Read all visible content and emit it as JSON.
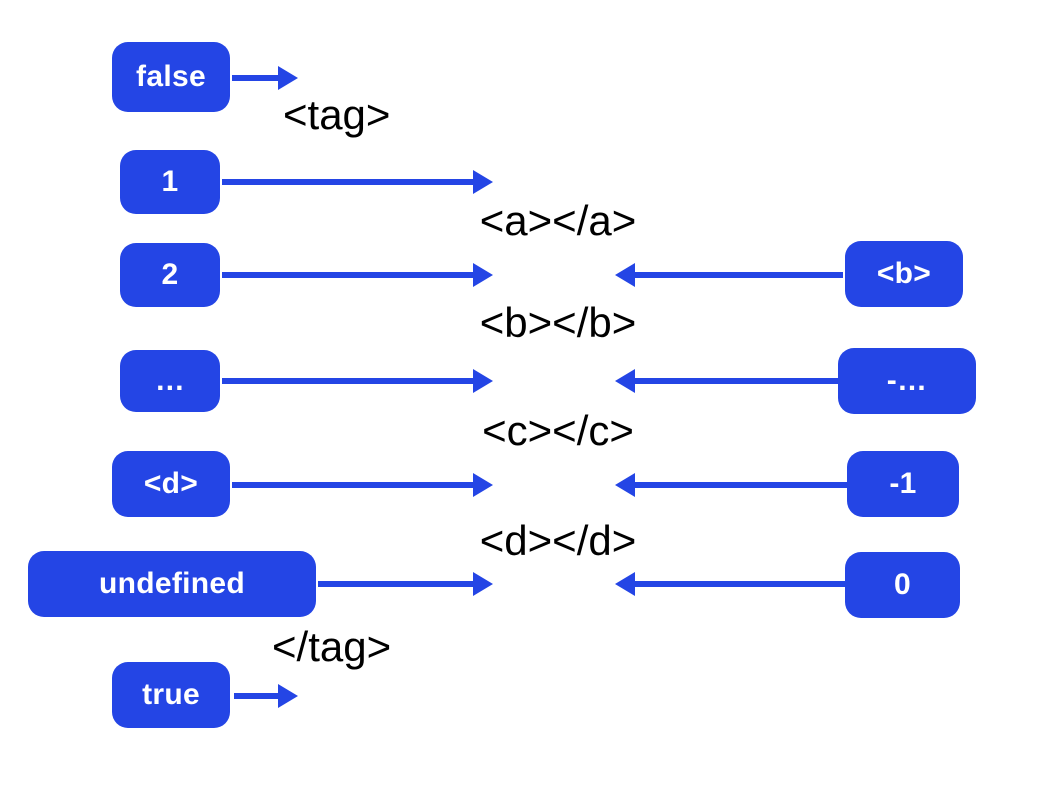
{
  "diagram": {
    "accent_color": "#2445e5",
    "left_badges": [
      "false",
      "1",
      "2",
      "…",
      "<d>",
      "undefined",
      "true"
    ],
    "right_badges": [
      "<b>",
      "-…",
      "-1",
      "0"
    ],
    "markup_lines": [
      "<tag>",
      "<a></a>",
      "<b></b>",
      "<c></c>",
      "<d></d>",
      "</tag>"
    ]
  }
}
